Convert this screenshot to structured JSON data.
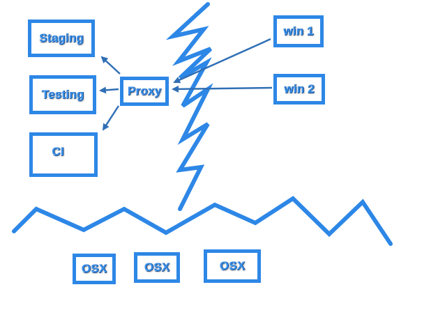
{
  "diagram": {
    "nodes": {
      "staging": "Staging",
      "testing": "Testing",
      "ci": "CI",
      "proxy": "Proxy",
      "win1": "win 1",
      "win2": "win 2",
      "osx1": "OSX",
      "osx2": "OSX",
      "osx3": "OSX"
    }
  },
  "colors": {
    "stroke": "#2d87e6",
    "arrow": "#2f6fb5",
    "label": "#3a8fe8",
    "background": "#ffffff"
  }
}
